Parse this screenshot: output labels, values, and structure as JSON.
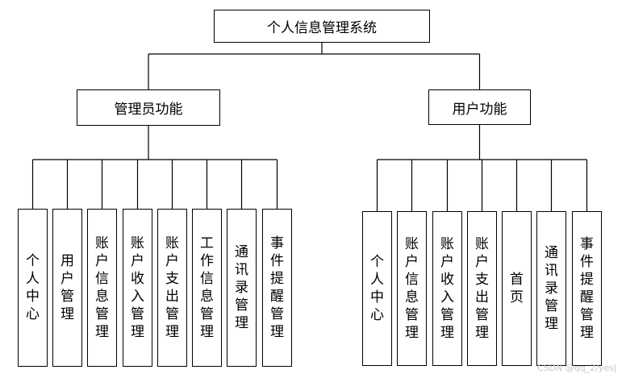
{
  "root": {
    "label": "个人信息管理系统"
  },
  "branches": [
    {
      "label": "管理员功能",
      "children": [
        "个人中心",
        "用户管理",
        "账户信息管理",
        "账户收入管理",
        "账户支出管理",
        "工作信息管理",
        "通讯录管理",
        "事件提醒管理"
      ]
    },
    {
      "label": "用户功能",
      "children": [
        "个人中心",
        "账户信息管理",
        "账户收入管理",
        "账户支出管理",
        "首页",
        "通讯录管理",
        "事件提醒管理"
      ]
    }
  ],
  "watermark": "CSDN @qq_2/yesj"
}
